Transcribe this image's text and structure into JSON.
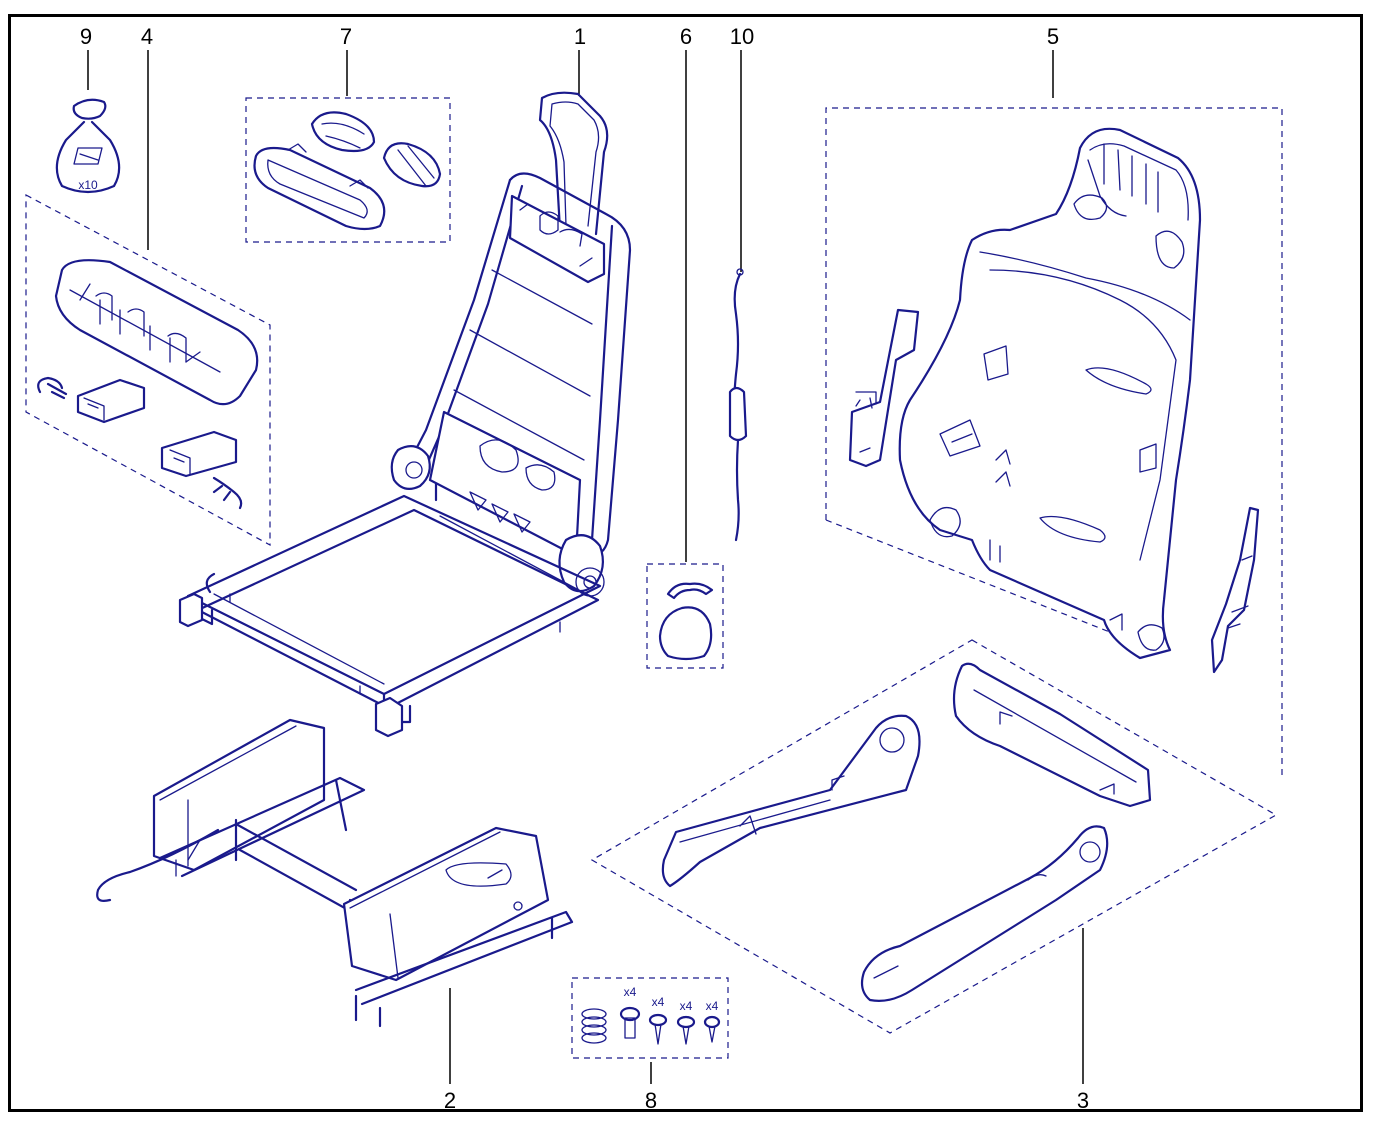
{
  "callouts": {
    "c1": "1",
    "c2": "2",
    "c3": "3",
    "c4": "4",
    "c5": "5",
    "c6": "6",
    "c7": "7",
    "c8": "8",
    "c9": "9",
    "c10": "10"
  },
  "bag_quantity": "x10",
  "hardware_quantities": [
    "x4",
    "x4",
    "x4",
    "x4"
  ],
  "colors": {
    "line": "#1a1a8c",
    "callout": "#000000",
    "frame": "#000000"
  }
}
